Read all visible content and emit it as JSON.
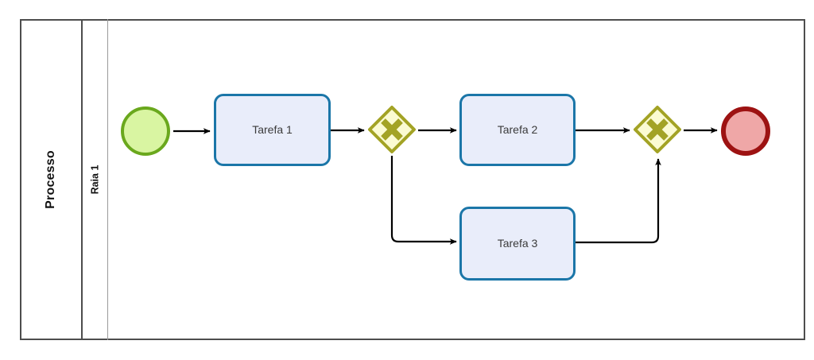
{
  "diagram": {
    "type": "bpmn-process",
    "pool": {
      "label": "Processo",
      "lanes": [
        {
          "label": "Raia 1"
        }
      ]
    },
    "nodes": [
      {
        "id": "start",
        "kind": "start-event",
        "label": "",
        "fill": "#d9f5a2",
        "stroke": "#6aa81d"
      },
      {
        "id": "task-1",
        "kind": "task",
        "label": "Tarefa 1",
        "fill": "#e9edfa",
        "stroke": "#1b76a8"
      },
      {
        "id": "gateway-1",
        "kind": "exclusive-gateway",
        "label": "",
        "fill": "#fbfbd2",
        "stroke": "#a3a325",
        "symbol": "X"
      },
      {
        "id": "task-2",
        "kind": "task",
        "label": "Tarefa 2",
        "fill": "#e9edfa",
        "stroke": "#1b76a8"
      },
      {
        "id": "task-3",
        "kind": "task",
        "label": "Tarefa 3",
        "fill": "#e9edfa",
        "stroke": "#1b76a8"
      },
      {
        "id": "gateway-2",
        "kind": "exclusive-gateway",
        "label": "",
        "fill": "#fbfbd2",
        "stroke": "#a3a325",
        "symbol": "X"
      },
      {
        "id": "end",
        "kind": "end-event",
        "label": "",
        "fill": "#efa7a7",
        "stroke": "#9d1212"
      }
    ],
    "flows": [
      {
        "id": "flow-start-task1",
        "from": "start",
        "to": "task-1",
        "label": ""
      },
      {
        "id": "flow-task1-gateway1",
        "from": "task-1",
        "to": "gateway-1",
        "label": ""
      },
      {
        "id": "flow-gateway1-task2",
        "from": "gateway-1",
        "to": "task-2",
        "label": ""
      },
      {
        "id": "flow-gateway1-task3",
        "from": "gateway-1",
        "to": "task-3",
        "label": ""
      },
      {
        "id": "flow-task2-gateway2",
        "from": "task-2",
        "to": "gateway-2",
        "label": ""
      },
      {
        "id": "flow-task3-gateway2",
        "from": "task-3",
        "to": "gateway-2",
        "label": ""
      },
      {
        "id": "flow-gateway2-end",
        "from": "gateway-2",
        "to": "end",
        "label": ""
      }
    ],
    "colors": {
      "pool_border": "#4d4d4d",
      "lane_border": "#9a9a9a",
      "connector": "#000000",
      "canvas": "#ffffff"
    }
  }
}
